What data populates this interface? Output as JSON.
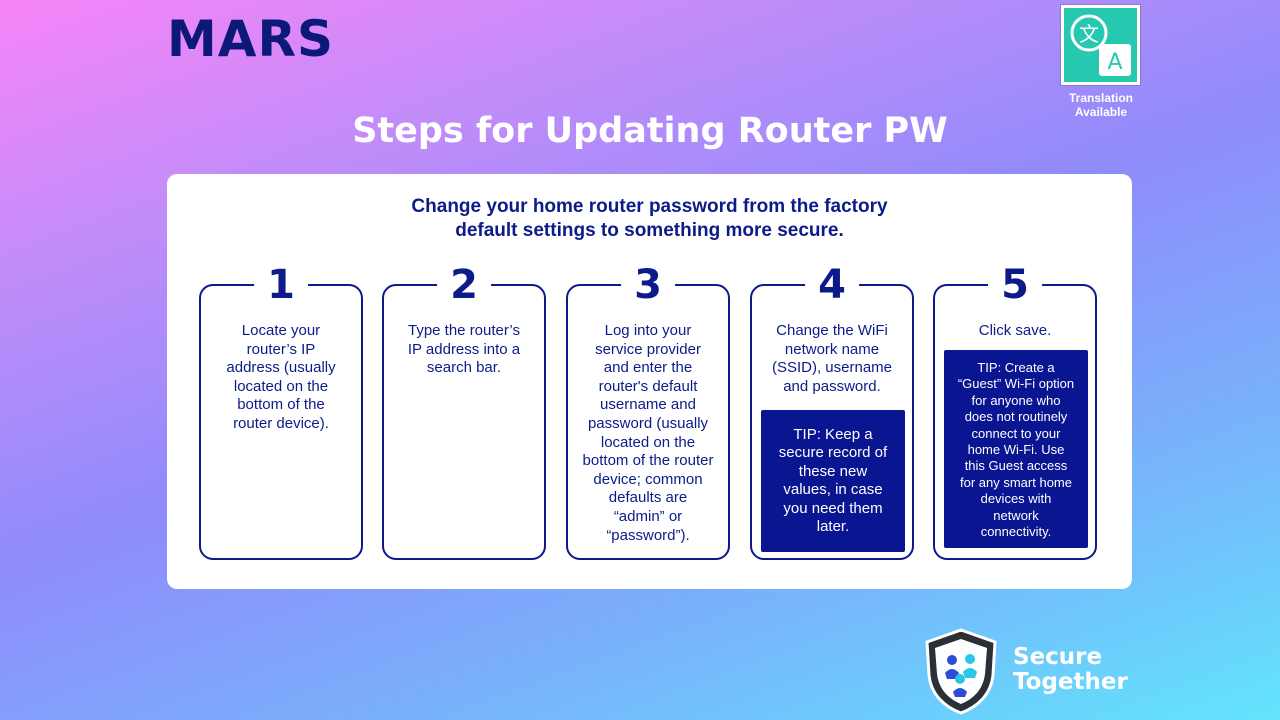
{
  "header": {
    "logo": "MARS",
    "translation_label": "Translation Available",
    "translate_icon_glyph_left": "文",
    "translate_icon_glyph_right": "A"
  },
  "title": "Steps for Updating Router PW",
  "card": {
    "subtitle_line1": "Change your home router password from the factory",
    "subtitle_line2": "default settings to something more secure.",
    "steps": [
      {
        "number": "1",
        "lines": [
          "Locate your",
          "router’s IP",
          "address (usually",
          "located on the",
          "bottom of the",
          "router device)."
        ]
      },
      {
        "number": "2",
        "lines": [
          "Type the router’s",
          "IP address into a",
          "search bar."
        ]
      },
      {
        "number": "3",
        "lines": [
          "Log into your",
          "service provider",
          "and enter the",
          "router's default",
          "username and",
          "password (usually",
          "located on the",
          "bottom of the router",
          "device; common",
          "defaults are",
          "“admin” or",
          "“password”)."
        ]
      },
      {
        "number": "4",
        "lines": [
          "Change the WiFi",
          "network name",
          "(SSID), username",
          "and password."
        ],
        "tip_lines": [
          "TIP: Keep a",
          "secure record of",
          "these new",
          "values, in case",
          "you need them",
          "later."
        ]
      },
      {
        "number": "5",
        "lines": [
          "Click save."
        ],
        "tip_lines": [
          "TIP: Create a",
          "“Guest” Wi-Fi option",
          "for anyone who",
          "does not routinely",
          "connect to your",
          "home Wi-Fi. Use",
          "this Guest access",
          "for any smart home",
          "devices with",
          "network",
          "connectivity."
        ]
      }
    ]
  },
  "footer": {
    "brand_line1": "Secure",
    "brand_line2": "Together"
  },
  "colors": {
    "navy": "#0d1b8a",
    "tip_bg": "#0a1592",
    "translate_bg": "#26c9b0",
    "accent_cyan": "#28c6e8",
    "accent_blue": "#2a4fd6"
  }
}
